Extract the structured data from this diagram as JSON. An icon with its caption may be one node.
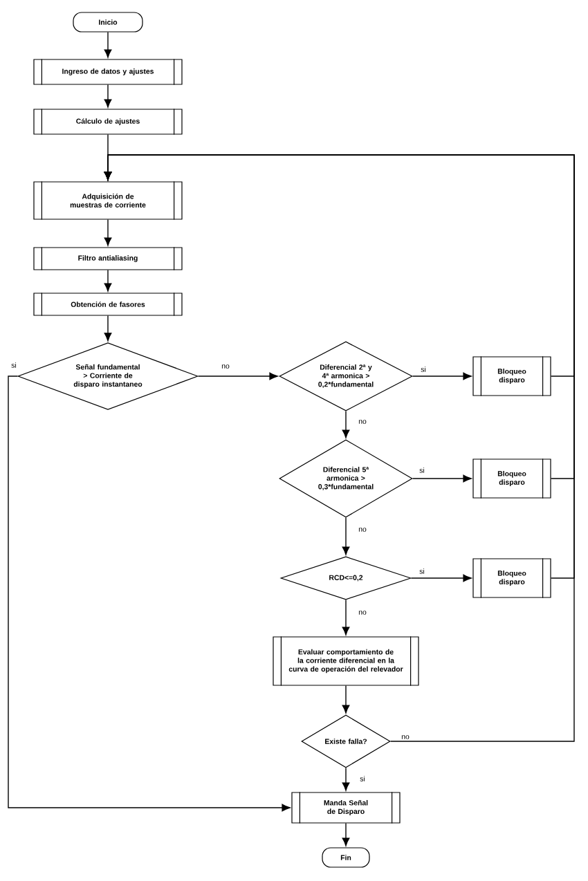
{
  "diagram": {
    "nodes": [
      {
        "text": [
          "Inicio"
        ]
      },
      {
        "text": [
          "Ingreso de datos y ajustes"
        ]
      },
      {
        "text": [
          "Cálculo de ajustes"
        ]
      },
      {
        "text": [
          "Adquisición de muestras de corriente"
        ]
      },
      {
        "text": [
          "Filtro antialiasing"
        ]
      },
      {
        "text": [
          "Obtención de fasores"
        ]
      },
      {
        "text": [
          "Señal fundamental > Corriente de disparo instantaneo"
        ]
      },
      {
        "text": [
          "Diferencial 2ª y 4ª armonica > 0,2*fundamental"
        ]
      },
      {
        "text": [
          "Bloqueo disparo"
        ]
      },
      {
        "text": [
          "Diferencial 5ª armonica > 0,3*fundamental"
        ]
      },
      {
        "text": [
          "Bloqueo disparo"
        ]
      },
      {
        "text": [
          "RCD<=0,2"
        ]
      },
      {
        "text": [
          "Bloqueo disparo"
        ]
      },
      {
        "text": [
          "Evaluar comportamiento de la corriente diferencial en la curva de operación del relevador"
        ]
      },
      {
        "text": [
          "Existe falla?"
        ]
      },
      {
        "text": [
          "Manda Señal de Disparo"
        ]
      },
      {
        "text": [
          "Fin"
        ]
      }
    ],
    "edges": [
      {
        "from": 0,
        "to": 1,
        "arrow": "to"
      },
      {
        "from": 1,
        "to": 2,
        "arrow": "to"
      },
      {
        "from": 2,
        "to": 3,
        "arrow": "to"
      },
      {
        "from": 3,
        "to": 4,
        "arrow": "to"
      },
      {
        "from": 4,
        "to": 5,
        "arrow": "to"
      },
      {
        "from": 5,
        "to": 6,
        "arrow": "to"
      },
      {
        "from": 6,
        "to": 7,
        "arrow": "to",
        "label": "no"
      },
      {
        "from": 6,
        "to": 15,
        "arrow": "to",
        "label": "si"
      },
      {
        "from": 7,
        "to": 8,
        "arrow": "to",
        "label": "si"
      },
      {
        "from": 7,
        "to": 9,
        "arrow": "to",
        "label": "no"
      },
      {
        "from": 8,
        "to": 3,
        "arrow": "to"
      },
      {
        "from": 9,
        "to": 10,
        "arrow": "to",
        "label": "si"
      },
      {
        "from": 9,
        "to": 11,
        "arrow": "to",
        "label": "no"
      },
      {
        "from": 10,
        "to": 3,
        "arrow": "to"
      },
      {
        "from": 11,
        "to": 12,
        "arrow": "to",
        "label": "si"
      },
      {
        "from": 11,
        "to": 13,
        "arrow": "to",
        "label": "no"
      },
      {
        "from": 12,
        "to": 3,
        "arrow": "to"
      },
      {
        "from": 13,
        "to": 14,
        "arrow": "to"
      },
      {
        "from": 14,
        "to": 15,
        "arrow": "to",
        "label": "si"
      },
      {
        "from": 14,
        "to": 3,
        "arrow": "to",
        "label": "no"
      },
      {
        "from": 15,
        "to": 16,
        "arrow": "to"
      }
    ]
  }
}
